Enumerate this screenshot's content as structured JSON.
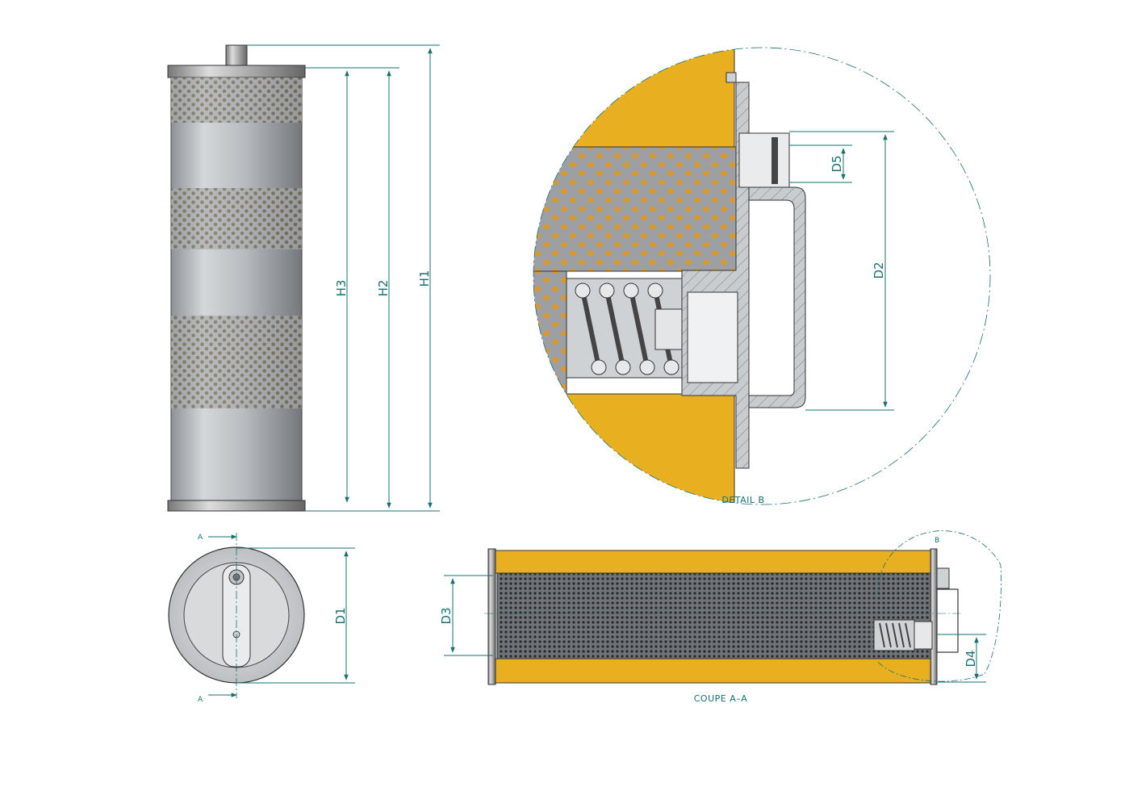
{
  "dimensions": {
    "h1": "H1",
    "h2": "H2",
    "h3": "H3",
    "d1": "D1",
    "d2": "D2",
    "d3": "D3",
    "d4": "D4",
    "d5": "D5"
  },
  "captions": {
    "detail": "DETAIL B",
    "section": "COUPE A–A"
  },
  "markers": {
    "section_top": "A",
    "section_bottom": "A",
    "detail_ref": "B"
  },
  "colors": {
    "dimension_line": "#1a6f73",
    "filter_media": "#e8b020",
    "metal": "#c4c8cc",
    "outline": "#333333"
  }
}
